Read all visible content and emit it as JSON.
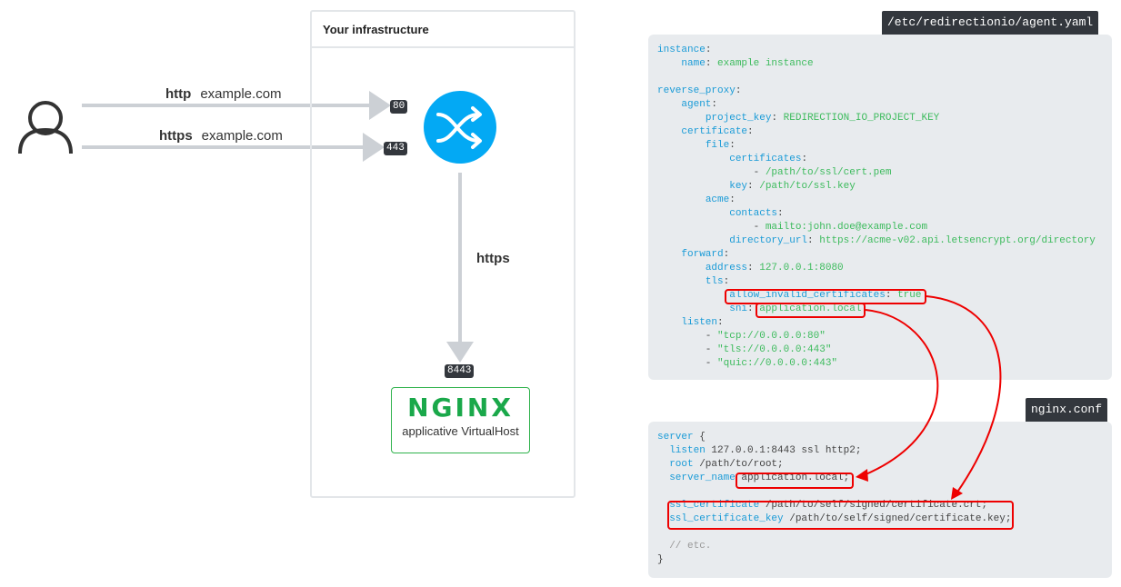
{
  "infra": {
    "title": "Your infrastructure"
  },
  "requests": [
    {
      "proto": "http",
      "host": "example.com",
      "port": "80"
    },
    {
      "proto": "https",
      "host": "example.com",
      "port": "443"
    }
  ],
  "forward": {
    "proto": "https",
    "port": "8443"
  },
  "nginx": {
    "logo": "NGINX",
    "label": "applicative VirtualHost"
  },
  "agent": {
    "filename": "/etc/redirectionio/agent.yaml",
    "lines": [
      [
        [
          "k",
          "instance"
        ],
        [
          "p",
          ":"
        ]
      ],
      [
        [
          "p",
          "    "
        ],
        [
          "k",
          "name"
        ],
        [
          "p",
          ": "
        ],
        [
          "v",
          "example instance"
        ]
      ],
      [],
      [
        [
          "k",
          "reverse_proxy"
        ],
        [
          "p",
          ":"
        ]
      ],
      [
        [
          "p",
          "    "
        ],
        [
          "k",
          "agent"
        ],
        [
          "p",
          ":"
        ]
      ],
      [
        [
          "p",
          "        "
        ],
        [
          "k",
          "project_key"
        ],
        [
          "p",
          ": "
        ],
        [
          "v",
          "REDIRECTION_IO_PROJECT_KEY"
        ]
      ],
      [
        [
          "p",
          "    "
        ],
        [
          "k",
          "certificate"
        ],
        [
          "p",
          ":"
        ]
      ],
      [
        [
          "p",
          "        "
        ],
        [
          "k",
          "file"
        ],
        [
          "p",
          ":"
        ]
      ],
      [
        [
          "p",
          "            "
        ],
        [
          "k",
          "certificates"
        ],
        [
          "p",
          ":"
        ]
      ],
      [
        [
          "p",
          "                - "
        ],
        [
          "v",
          "/path/to/ssl/cert.pem"
        ]
      ],
      [
        [
          "p",
          "            "
        ],
        [
          "k",
          "key"
        ],
        [
          "p",
          ": "
        ],
        [
          "v",
          "/path/to/ssl.key"
        ]
      ],
      [
        [
          "p",
          "        "
        ],
        [
          "k",
          "acme"
        ],
        [
          "p",
          ":"
        ]
      ],
      [
        [
          "p",
          "            "
        ],
        [
          "k",
          "contacts"
        ],
        [
          "p",
          ":"
        ]
      ],
      [
        [
          "p",
          "                - "
        ],
        [
          "v",
          "mailto:john.doe@example.com"
        ]
      ],
      [
        [
          "p",
          "            "
        ],
        [
          "k",
          "directory_url"
        ],
        [
          "p",
          ": "
        ],
        [
          "v",
          "https://acme-v02.api.letsencrypt.org/directory"
        ]
      ],
      [
        [
          "p",
          "    "
        ],
        [
          "k",
          "forward"
        ],
        [
          "p",
          ":"
        ]
      ],
      [
        [
          "p",
          "        "
        ],
        [
          "k",
          "address"
        ],
        [
          "p",
          ": "
        ],
        [
          "v",
          "127.0.0.1:8080"
        ]
      ],
      [
        [
          "p",
          "        "
        ],
        [
          "k",
          "tls"
        ],
        [
          "p",
          ":"
        ]
      ],
      [
        [
          "p",
          "            "
        ],
        [
          "k",
          "allow_invalid_certificates"
        ],
        [
          "p",
          ": "
        ],
        [
          "v",
          "true"
        ]
      ],
      [
        [
          "p",
          "            "
        ],
        [
          "k",
          "sni"
        ],
        [
          "p",
          ": "
        ],
        [
          "v",
          "application.local"
        ]
      ],
      [
        [
          "p",
          "    "
        ],
        [
          "k",
          "listen"
        ],
        [
          "p",
          ":"
        ]
      ],
      [
        [
          "p",
          "        - "
        ],
        [
          "v",
          "\"tcp://0.0.0.0:80\""
        ]
      ],
      [
        [
          "p",
          "        - "
        ],
        [
          "v",
          "\"tls://0.0.0.0:443\""
        ]
      ],
      [
        [
          "p",
          "        - "
        ],
        [
          "v",
          "\"quic://0.0.0.0:443\""
        ]
      ]
    ]
  },
  "nginxconf": {
    "filename": "nginx.conf",
    "lines": [
      [
        [
          "k",
          "server"
        ],
        [
          "p",
          " {"
        ]
      ],
      [
        [
          "p",
          "  "
        ],
        [
          "k",
          "listen"
        ],
        [
          "p",
          " 127.0.0.1:8443 ssl http2;"
        ]
      ],
      [
        [
          "p",
          "  "
        ],
        [
          "k",
          "root"
        ],
        [
          "p",
          " /path/to/root;"
        ]
      ],
      [
        [
          "p",
          "  "
        ],
        [
          "k",
          "server_name"
        ],
        [
          "p",
          " application.local;"
        ]
      ],
      [],
      [
        [
          "p",
          "  "
        ],
        [
          "k",
          "ssl_certificate"
        ],
        [
          "p",
          " /path/to/self/signed/certificate.crt;"
        ]
      ],
      [
        [
          "p",
          "  "
        ],
        [
          "k",
          "ssl_certificate_key"
        ],
        [
          "p",
          " /path/to/self/signed/certificate.key;"
        ]
      ],
      [],
      [
        [
          "p",
          "  "
        ],
        [
          "c",
          "// etc."
        ]
      ],
      [
        [
          "p",
          "}"
        ]
      ]
    ]
  },
  "colors": {
    "accent": "#03a9f4",
    "highlight": "#ee0000",
    "nginx": "#1aa84a"
  }
}
